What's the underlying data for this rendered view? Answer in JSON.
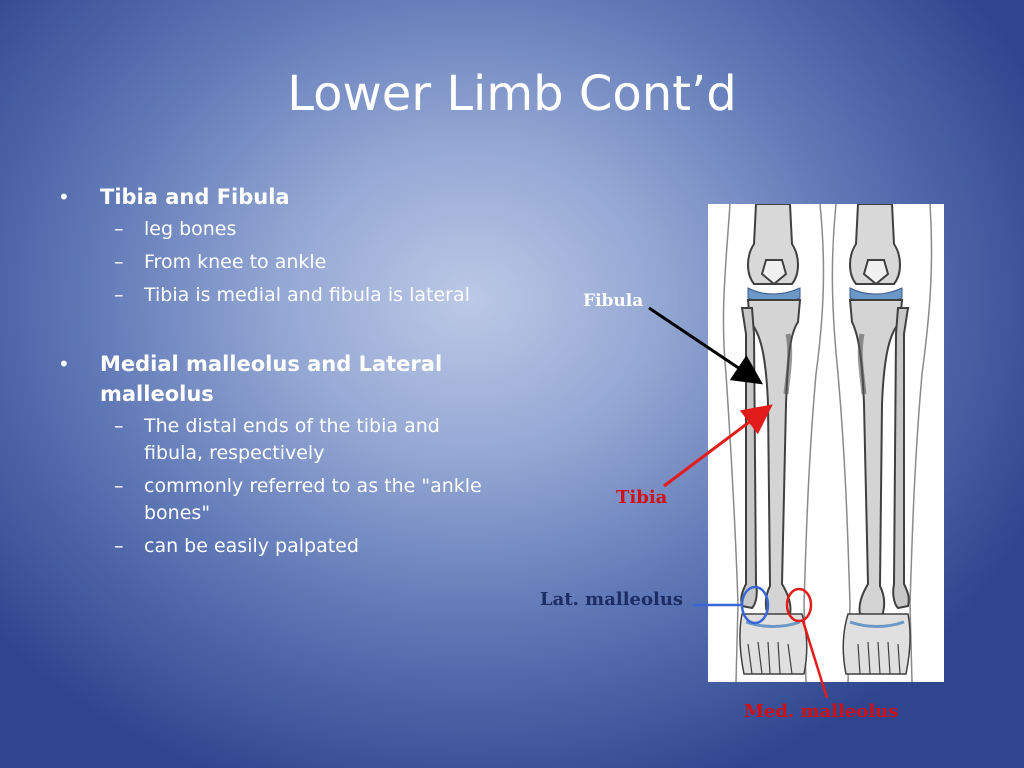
{
  "slide": {
    "title": "Lower Limb Cont’d",
    "bullets": [
      {
        "text": "Tibia and Fibula",
        "subitems": [
          "leg bones",
          "From knee to ankle",
          "Tibia is medial and fibula is lateral"
        ]
      },
      {
        "text": "Medial malleolus and Lateral malleolus",
        "subitems": [
          "The distal ends of the tibia and fibula, respectively",
          "commonly referred to as the \"ankle bones\"",
          "can be easily palpated"
        ]
      }
    ],
    "bullet_symbol": "•",
    "dash_symbol": "–"
  },
  "figure": {
    "labels": {
      "fibula": "Fibula",
      "tibia": "Tibia",
      "lat_malleolus": "Lat. malleolus",
      "med_malleolus": "Med. malleolus"
    },
    "colors": {
      "fibula_arrow": "#000000",
      "tibia_arrow": "#e21b1b",
      "lat_marker": "#3a66d6",
      "med_marker": "#e21b1b"
    }
  }
}
